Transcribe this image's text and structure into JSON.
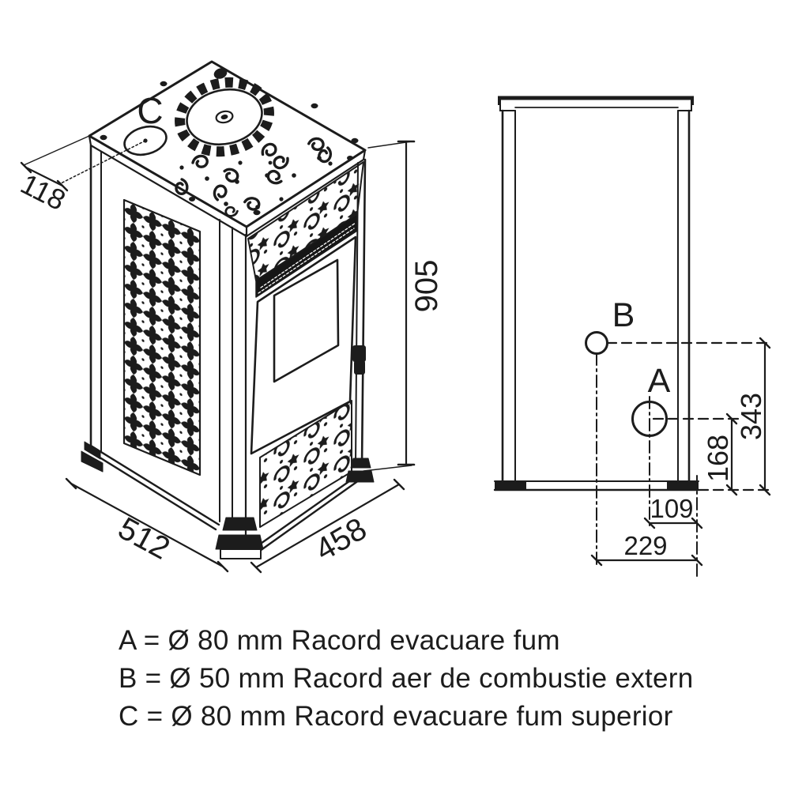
{
  "figure": {
    "type": "technical-drawing",
    "subject": "pellet stove overall dimensions and connection ports",
    "units": "mm"
  },
  "colors": {
    "ink": "#1c1c1c",
    "background": "#ffffff"
  },
  "iso": {
    "label_c": "C",
    "dim_top_hole": "118",
    "dim_height": "905",
    "dim_depth": "512",
    "dim_width": "458"
  },
  "rear": {
    "label_a": "A",
    "label_b": "B",
    "dim_b_center_height": "343",
    "dim_a_center_height": "168",
    "dim_a_side_offset": "109",
    "dim_b_side_offset": "229"
  },
  "legend": {
    "items": [
      {
        "text": "A = Ø 80 mm Racord evacuare fum"
      },
      {
        "text": "B = Ø 50 mm Racord aer de combustie extern"
      },
      {
        "text": "C = Ø 80 mm Racord evacuare fum superior"
      }
    ]
  }
}
